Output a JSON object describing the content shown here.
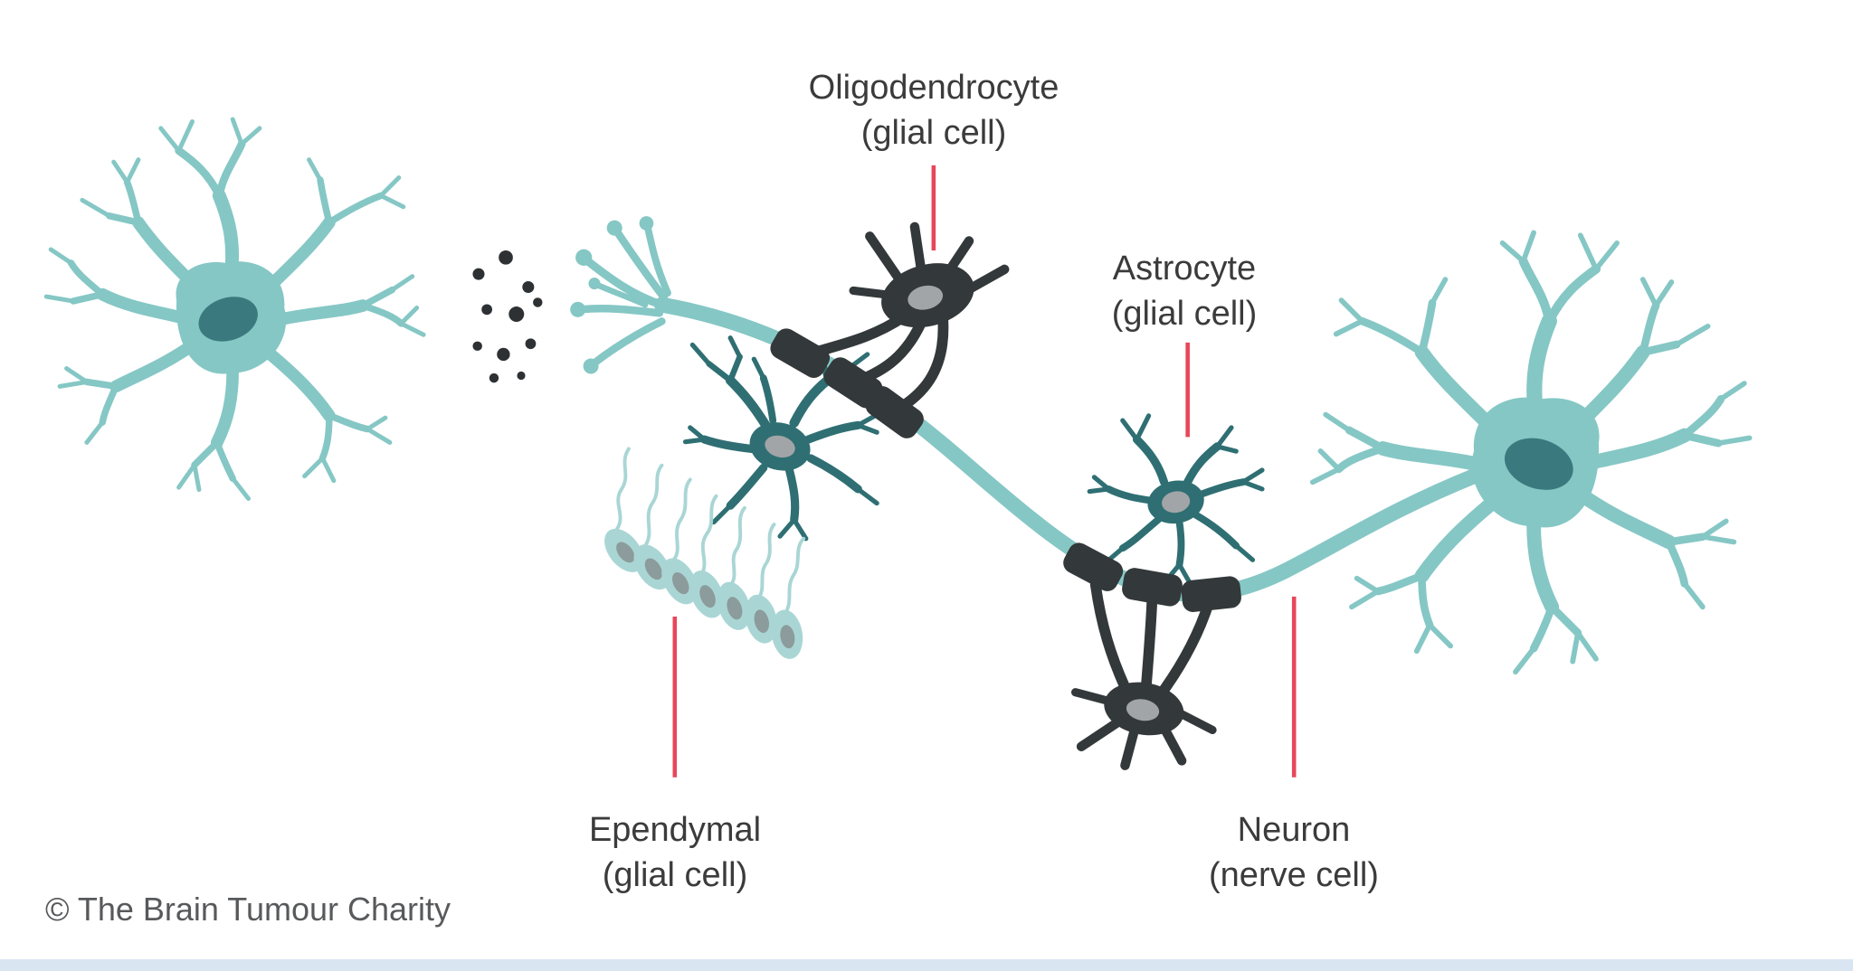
{
  "diagram": {
    "labels": {
      "oligodendrocyte": {
        "line1": "Oligodendrocyte",
        "line2": "(glial cell)"
      },
      "astrocyte": {
        "line1": "Astrocyte",
        "line2": "(glial cell)"
      },
      "ependymal": {
        "line1": "Ependymal",
        "line2": "(glial cell)"
      },
      "neuron": {
        "line1": "Neuron",
        "line2": "(nerve cell)"
      }
    },
    "credit": "© The Brain Tumour Charity",
    "colors": {
      "neuron_body": "#85C7C5",
      "neuron_nucleus": "#3A7A7E",
      "glial_dark": "#33383A",
      "glial_dark_teal": "#2F6F73",
      "ependymal_cell": "#A9D6D5",
      "ependymal_nucleus": "#8C9B9B",
      "nucleus_grey": "#A2A5A7",
      "label_line": "#E8465A",
      "text": "#3B3B3B",
      "credit_text": "#58595B",
      "vesicle_dots": "#2E3133"
    }
  }
}
